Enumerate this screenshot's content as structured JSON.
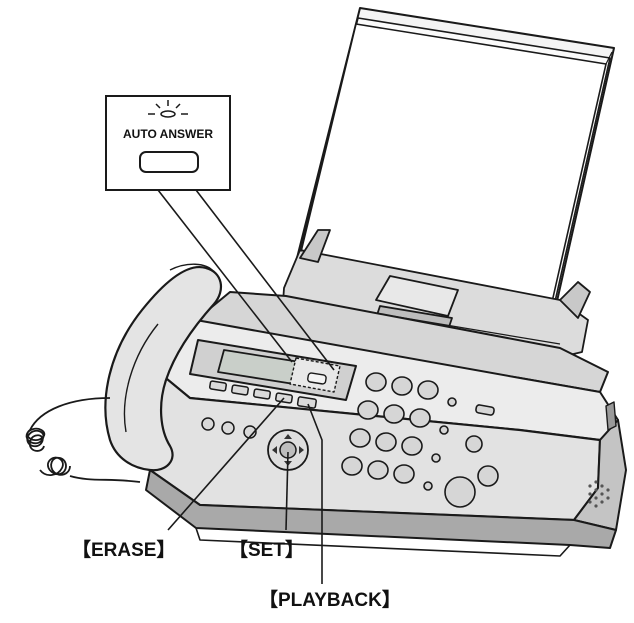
{
  "callout": {
    "title": "AUTO ANSWER"
  },
  "labels": {
    "erase": "【ERASE】",
    "set": "【SET】",
    "playback": "【PLAYBACK】"
  },
  "colors": {
    "ink": "#1a1a1a",
    "body_light": "#e6e6e6",
    "body_mid": "#cfcfcf",
    "body_dark": "#9c9c9c",
    "paper": "#fafafa",
    "display": "#d4d8d4"
  }
}
